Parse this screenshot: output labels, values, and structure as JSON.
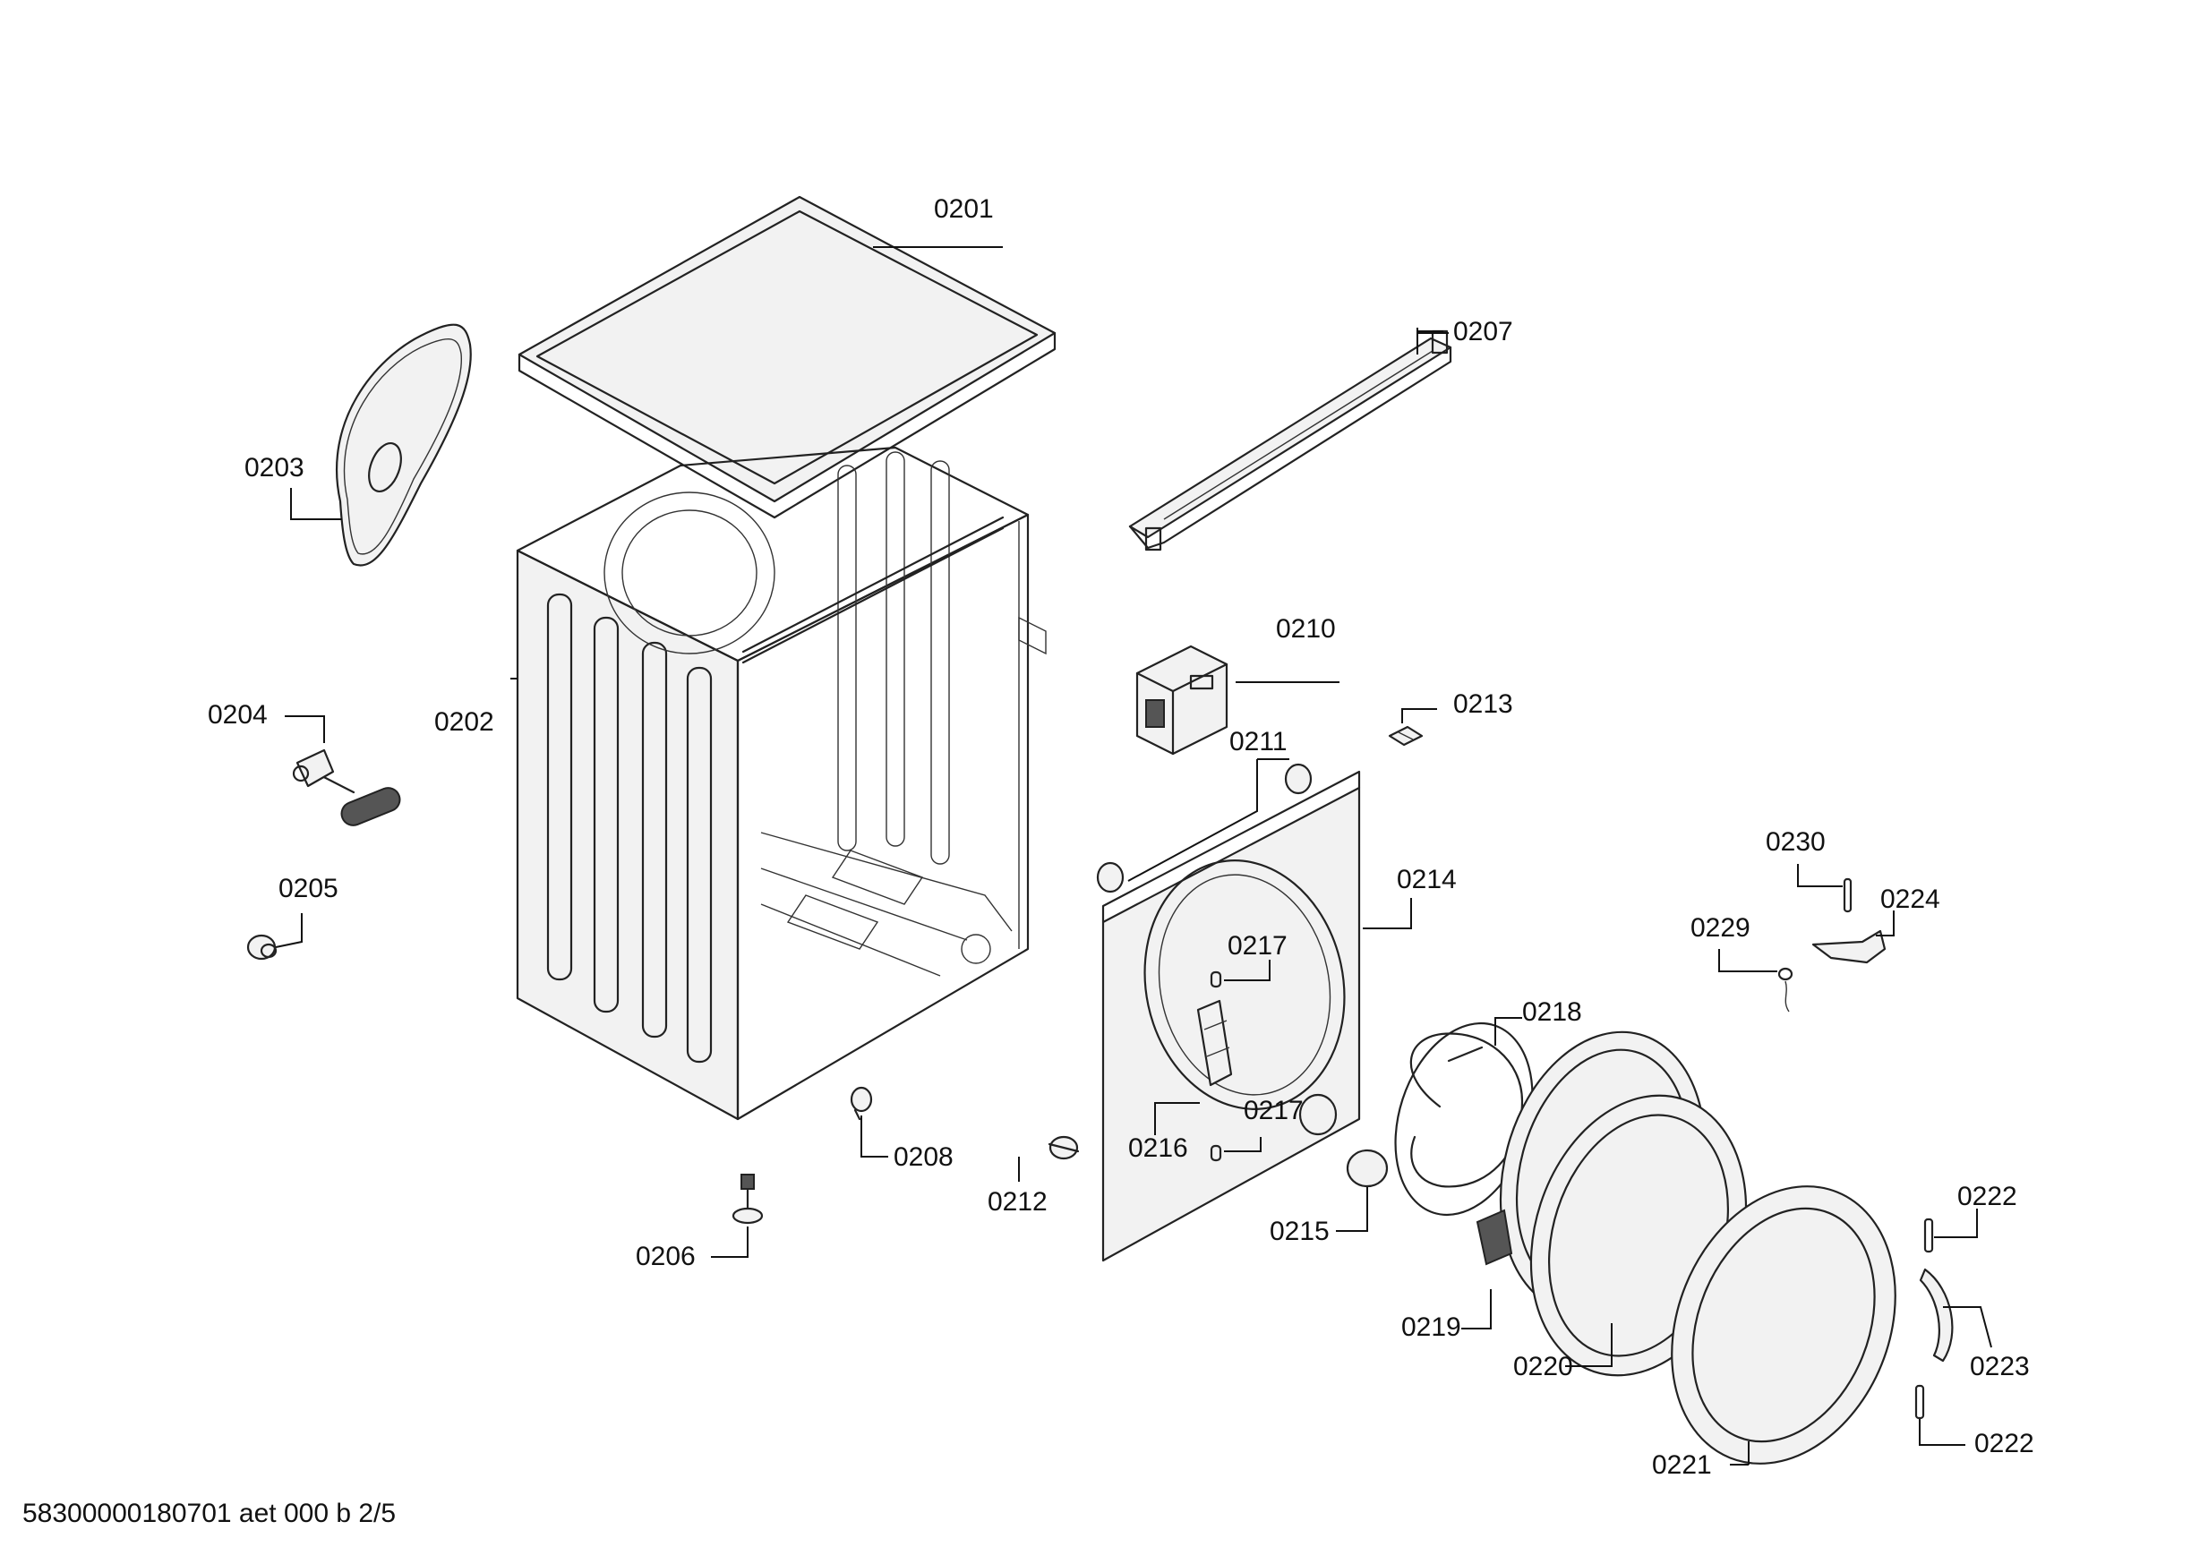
{
  "labels": {
    "p0201": "0201",
    "p0202": "0202",
    "p0203": "0203",
    "p0204": "0204",
    "p0205": "0205",
    "p0206": "0206",
    "p0207": "0207",
    "p0208": "0208",
    "p0210": "0210",
    "p0211": "0211",
    "p0212": "0212",
    "p0213": "0213",
    "p0214": "0214",
    "p0215": "0215",
    "p0216": "0216",
    "p0217a": "0217",
    "p0217b": "0217",
    "p0218": "0218",
    "p0219": "0219",
    "p0220": "0220",
    "p0221": "0221",
    "p0222a": "0222",
    "p0222b": "0222",
    "p0223": "0223",
    "p0224": "0224",
    "p0229": "0229",
    "p0230": "0230"
  },
  "footer": "58300000180701 aet 000 b 2/5"
}
